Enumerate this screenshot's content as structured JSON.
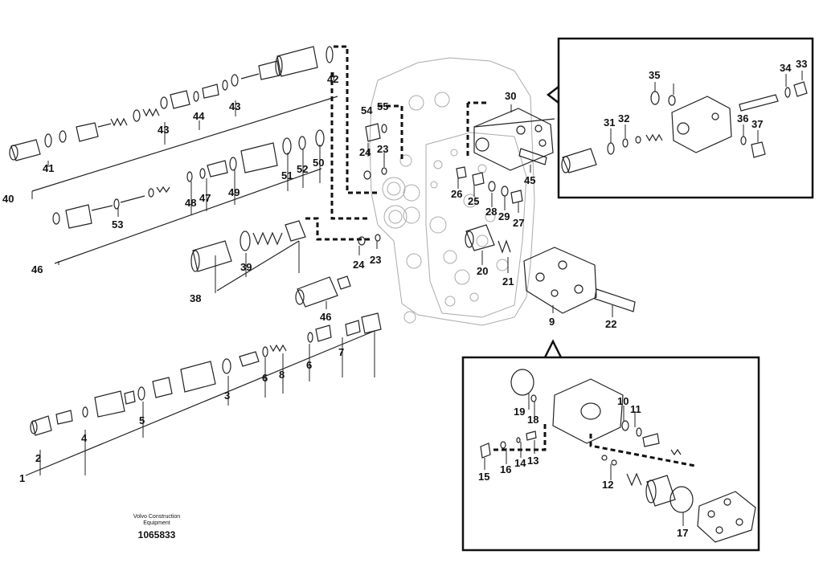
{
  "diagram": {
    "callouts": [
      "1",
      "2",
      "3",
      "4",
      "5",
      "6",
      "6",
      "7",
      "8",
      "9",
      "10",
      "11",
      "12",
      "13",
      "14",
      "15",
      "16",
      "17",
      "18",
      "19",
      "20",
      "21",
      "22",
      "23",
      "23",
      "24",
      "24",
      "25",
      "26",
      "27",
      "28",
      "29",
      "30",
      "31",
      "32",
      "33",
      "34",
      "35",
      "36",
      "37",
      "38",
      "39",
      "40",
      "41",
      "42",
      "43",
      "43",
      "44",
      "45",
      "46",
      "46",
      "47",
      "48",
      "49",
      "50",
      "51",
      "52",
      "53",
      "54",
      "55"
    ],
    "caption": {
      "brand_line1": "Volvo Construction",
      "brand_line2": "Equipment",
      "drawing_number": "1065833"
    }
  }
}
